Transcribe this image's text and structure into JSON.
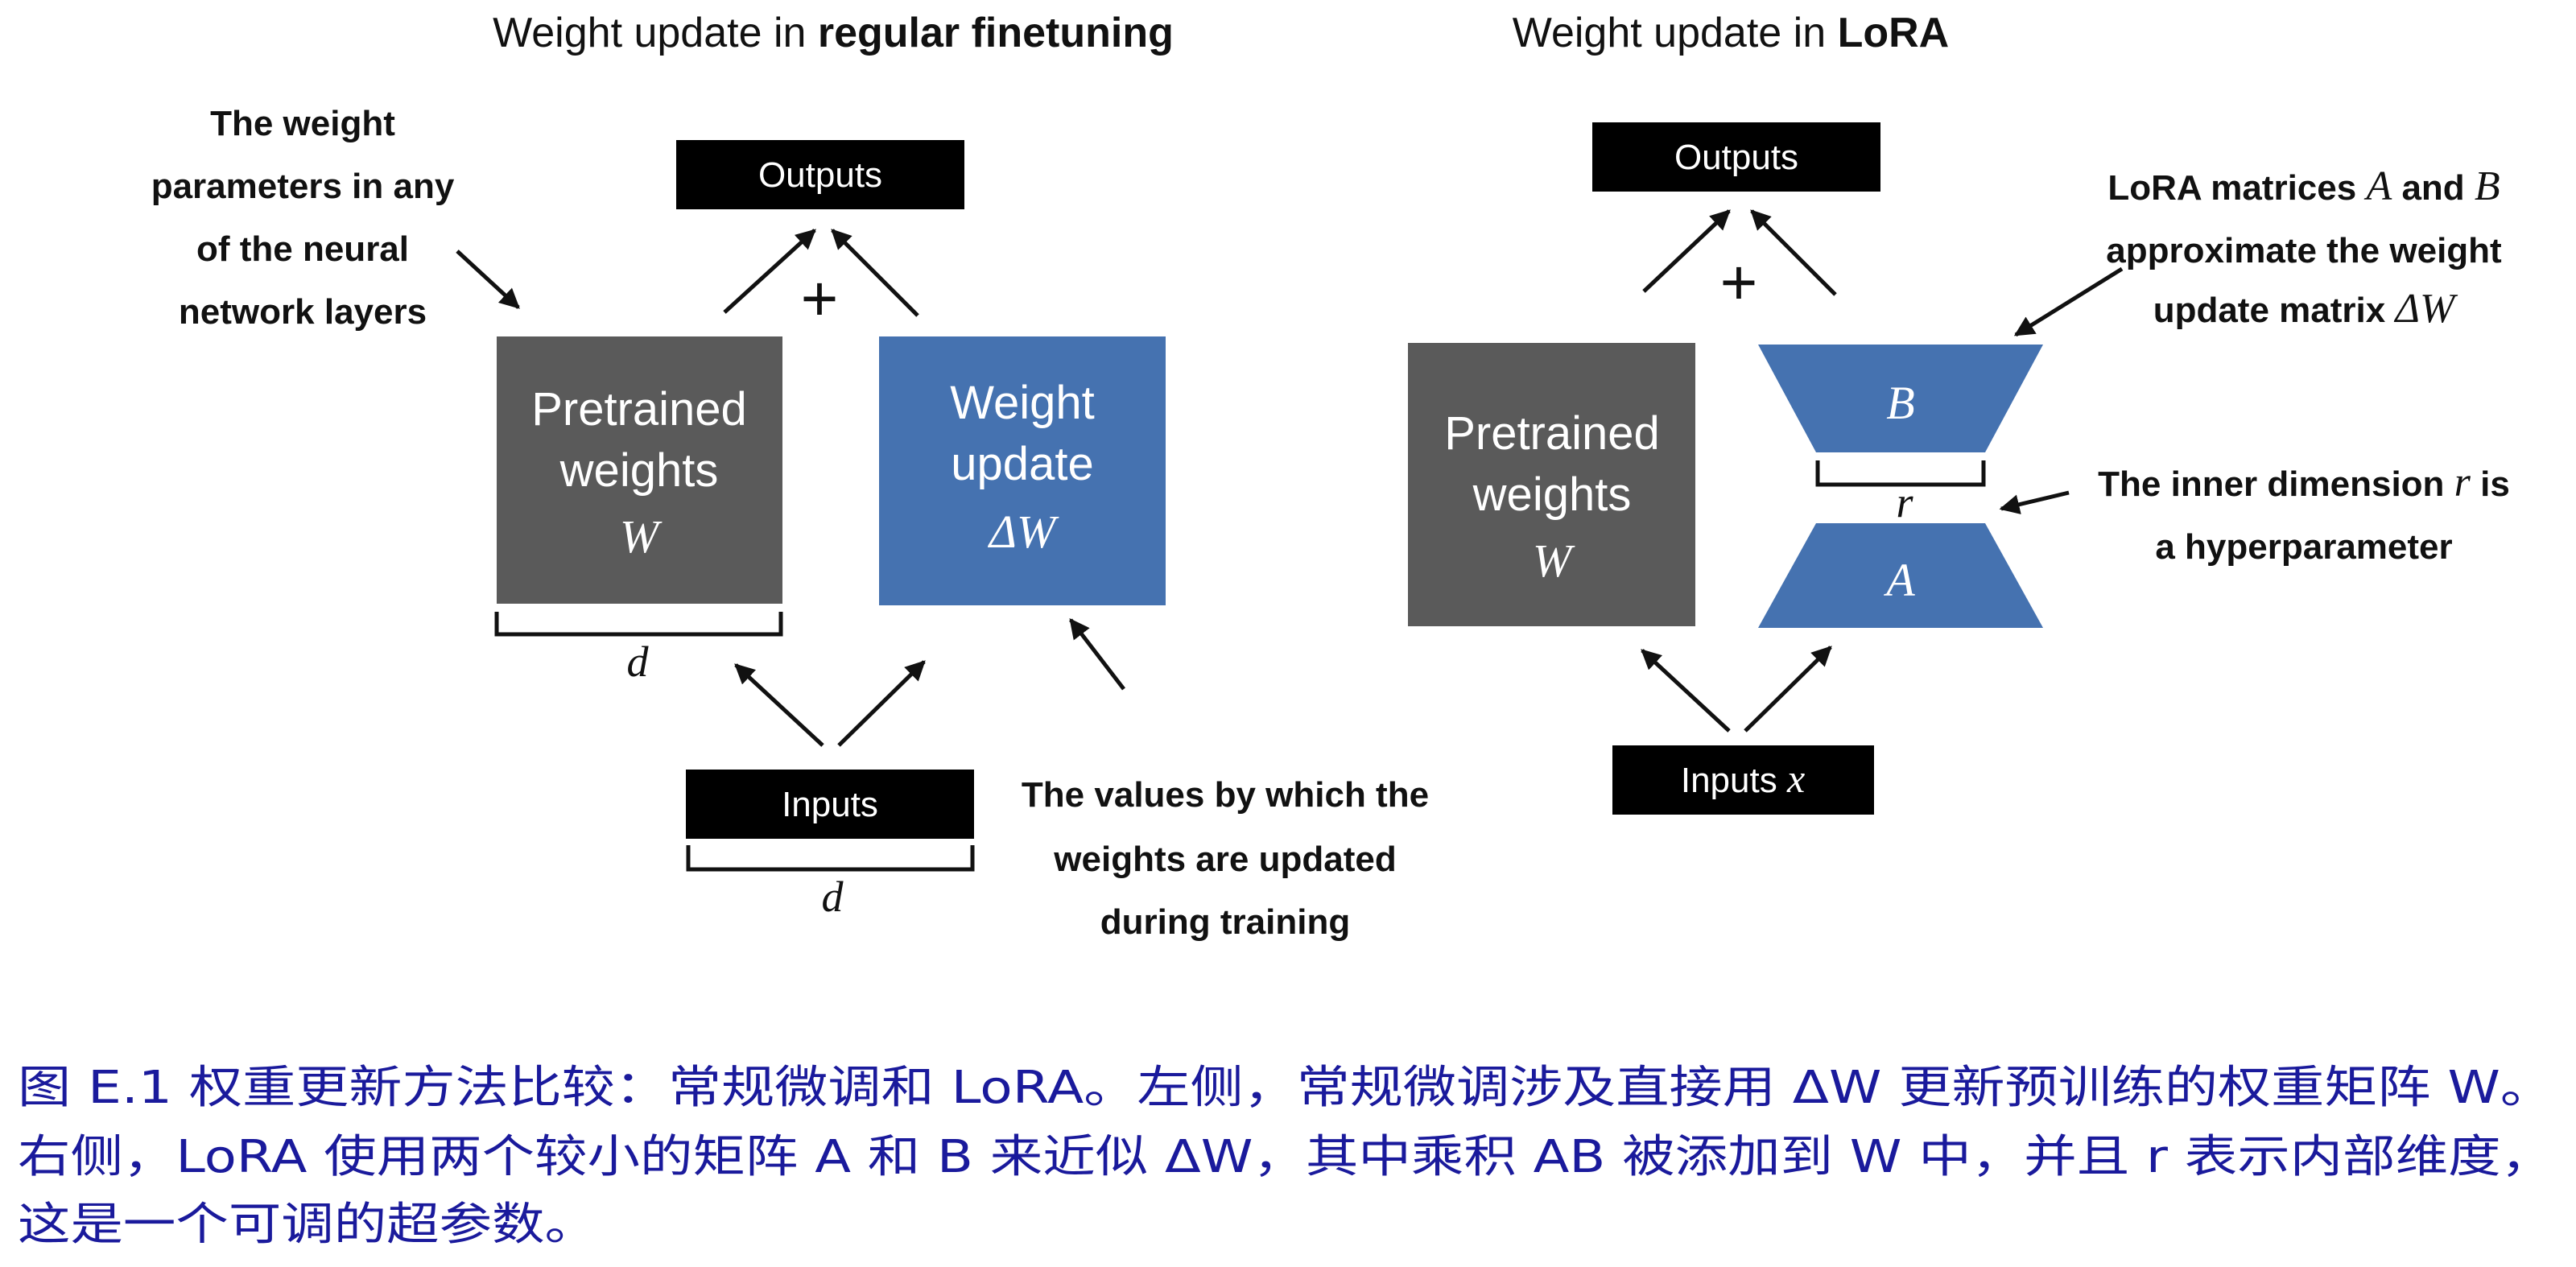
{
  "left": {
    "title_prefix": "Weight update in ",
    "title_bold": "regular finetuning",
    "outputs_label": "Outputs",
    "plus_sign": "+",
    "pretrained": {
      "line1": "Pretrained",
      "line2": "weights",
      "symbol": "W"
    },
    "update": {
      "line1": "Weight",
      "line2": "update",
      "symbol": "ΔW"
    },
    "inputs_label": "Inputs",
    "dim_label_weights": "d",
    "dim_label_inputs": "d",
    "annotation_weights": [
      "The weight",
      "parameters in any",
      "of the neural",
      "network layers"
    ],
    "annotation_values": [
      "The values by which the",
      "weights are updated",
      "during training"
    ]
  },
  "right": {
    "title_prefix": "Weight update in ",
    "title_bold": "LoRA",
    "outputs_label": "Outputs",
    "plus_sign": "+",
    "pretrained": {
      "line1": "Pretrained",
      "line2": "weights",
      "symbol": "W"
    },
    "matrix_b": "B",
    "matrix_a": "A",
    "rank_label": "r",
    "inputs_prefix": "Inputs ",
    "inputs_symbol": "x",
    "annotation_lora": {
      "line1_prefix": "LoRA matrices ",
      "line1_a": "A",
      "line1_mid": " and ",
      "line1_b": "B",
      "line2": "approximate the weight",
      "line3_prefix": "update matrix ",
      "line3_symbol": "ΔW"
    },
    "annotation_rank": {
      "line1_prefix": "The inner dimension ",
      "line1_symbol": "r",
      "line1_suffix": " is",
      "line2": "a hyperparameter"
    }
  },
  "caption": {
    "line1": "图 E.1 权重更新方法比较：常规微调和 LoRA。左侧，常规微调涉及直接用 ΔW 更新预训练的权重矩阵 W。",
    "line2": "右侧，LoRA 使用两个较小的矩阵 A 和 B 来近似 ΔW，其中乘积 AB 被添加到 W 中，并且 r 表示内部维度，",
    "line3": "这是一个可调的超参数。"
  },
  "colors": {
    "pretrained_gray": "#5a5a5a",
    "update_blue": "#4572b0",
    "black_box": "#000000",
    "caption_blue": "#1a1a9c"
  }
}
